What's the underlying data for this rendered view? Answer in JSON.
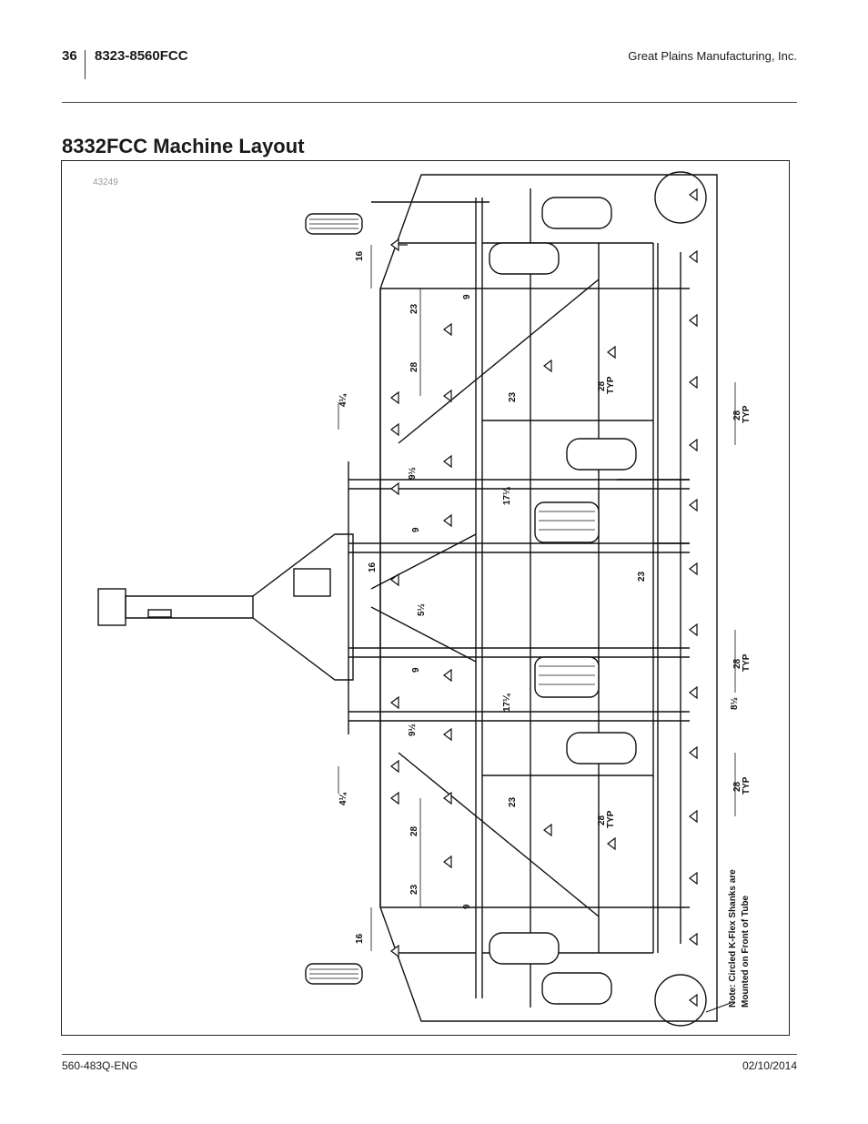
{
  "header": {
    "page_number": "36",
    "model": "8323-8560FCC",
    "company": "Great Plains Manufacturing, Inc."
  },
  "title": "8332FCC Machine Layout",
  "figure": {
    "id": "43249",
    "note_line1": "Note: Circled K-Flex Shanks are",
    "note_line2": "Mounted on Front of Tube",
    "dimensions": {
      "d16": "16",
      "d23": "23",
      "d28": "28",
      "d9": "9",
      "d28typ": "28",
      "typ": "TYP",
      "d4q": "4¼",
      "d9h": "9½",
      "d17q": "17¼",
      "d5h": "5½",
      "d8h": "8½"
    }
  },
  "footer": {
    "doc_number": "560-483Q-ENG",
    "date": "02/10/2014"
  }
}
